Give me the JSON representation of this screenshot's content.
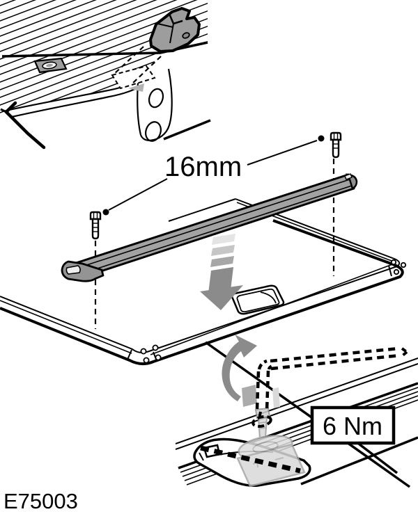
{
  "figure": {
    "id_label": "E75003",
    "dimension_label": "16mm",
    "torque_label": "6 Nm"
  },
  "colors": {
    "background": "#ffffff",
    "line": "#000000",
    "part_gray": "#9d9d9d",
    "rail_gray": "#a2a2a2",
    "arrow_gray": "#8b8b8b",
    "ghost_gray": "#d9d9d9",
    "arrow_trail_grays": [
      "#e4e4e4",
      "#c6c6c6",
      "#a7a7a7"
    ]
  },
  "icons": {
    "down_arrow": "insertion-direction-down-arrow",
    "rotation_arrow": "tighten-clockwise-rotation-arrow"
  }
}
